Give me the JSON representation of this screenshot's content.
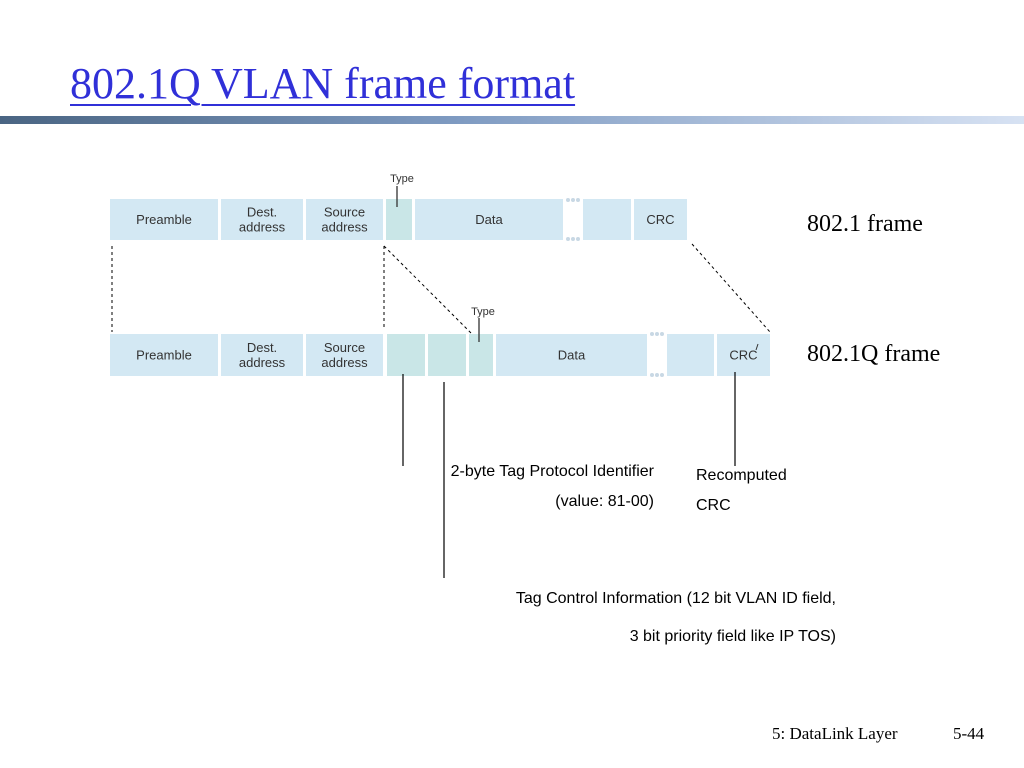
{
  "title": "802.1Q VLAN frame format",
  "colors": {
    "title": "#3030d8",
    "field_fill": "#d3e8f3",
    "tag_fill": "#c9e6e7",
    "field_text": "#333333"
  },
  "frames": {
    "standard": {
      "label": "802.1 frame",
      "fields": [
        "Preamble",
        "Dest.\naddress",
        "Source\naddress",
        "",
        "Data",
        "",
        "CRC"
      ],
      "type_label": "Type"
    },
    "tagged": {
      "label": "802.1Q frame",
      "fields": [
        "Preamble",
        "Dest.\naddress",
        "Source\naddress",
        "",
        "",
        "",
        "Data",
        "",
        "CRC"
      ],
      "type_label": "Type"
    }
  },
  "annotations": {
    "tpid": [
      "2-byte Tag Protocol Identifier",
      "(value: 81-00)"
    ],
    "crc": [
      "Recomputed",
      "CRC"
    ],
    "tci": [
      "Tag Control Information (12 bit VLAN ID field,",
      "3 bit priority field like IP TOS)"
    ]
  },
  "footer": {
    "chapter": "5: DataLink Layer",
    "page": "5-44"
  }
}
